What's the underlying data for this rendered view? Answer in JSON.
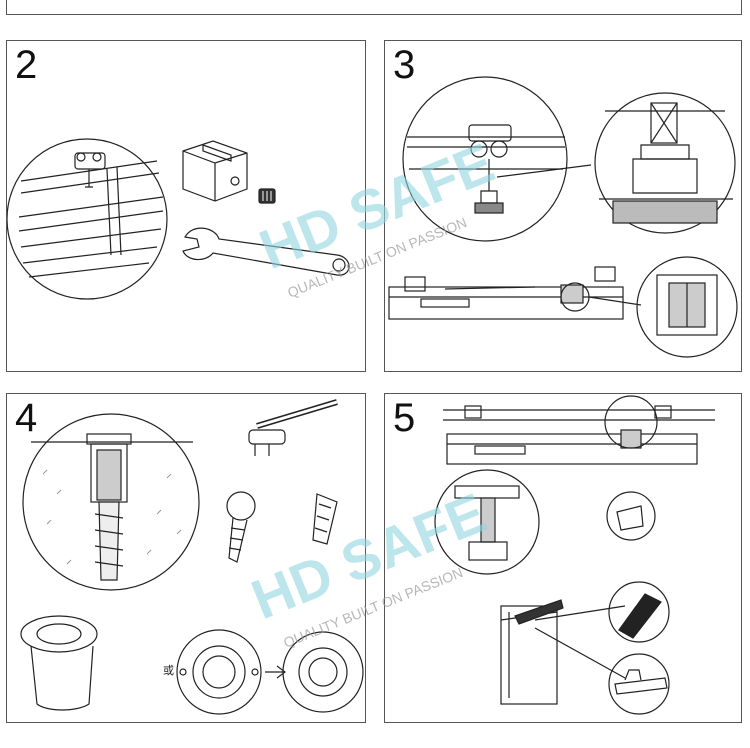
{
  "steps": [
    {
      "number": "2"
    },
    {
      "number": "3"
    },
    {
      "number": "4",
      "or_label": "或"
    },
    {
      "number": "5"
    }
  ],
  "watermark": {
    "brand": "HD SAFE",
    "slogan": "QUALITY BUILT ON PASSION",
    "color": "#8fd3e0"
  },
  "colors": {
    "line": "#222222",
    "border": "#555555",
    "hatch": "#999999"
  }
}
